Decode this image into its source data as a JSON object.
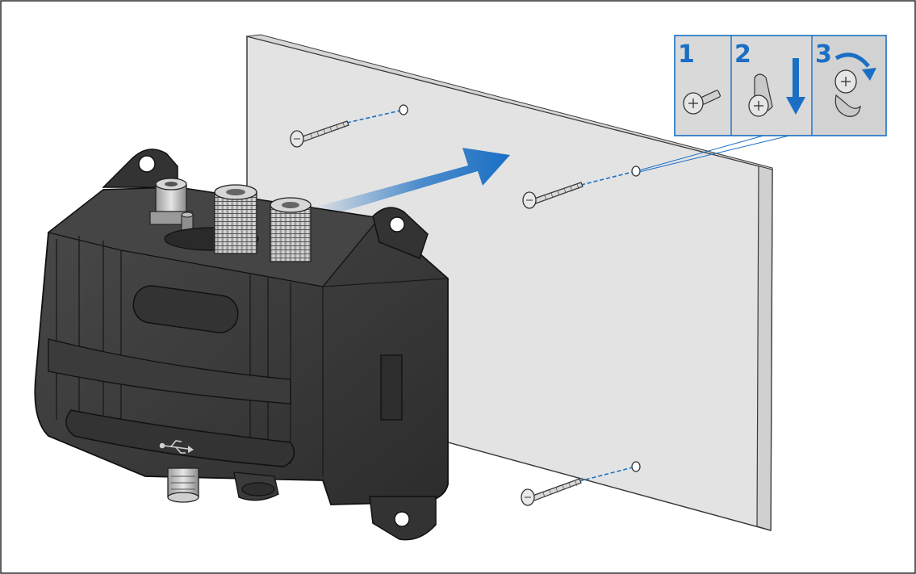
{
  "steps": [
    {
      "number": "1"
    },
    {
      "number": "2"
    },
    {
      "number": "3"
    }
  ],
  "icons": {
    "usb": "usb-icon"
  },
  "colors": {
    "accent": "#1a6fc4",
    "panel_face": "#e3e3e3",
    "panel_edge": "#d2d2d2",
    "step_bg": "#d9d9d9",
    "device_body": "#3a3a3a",
    "frame": "#2b2b2b"
  }
}
